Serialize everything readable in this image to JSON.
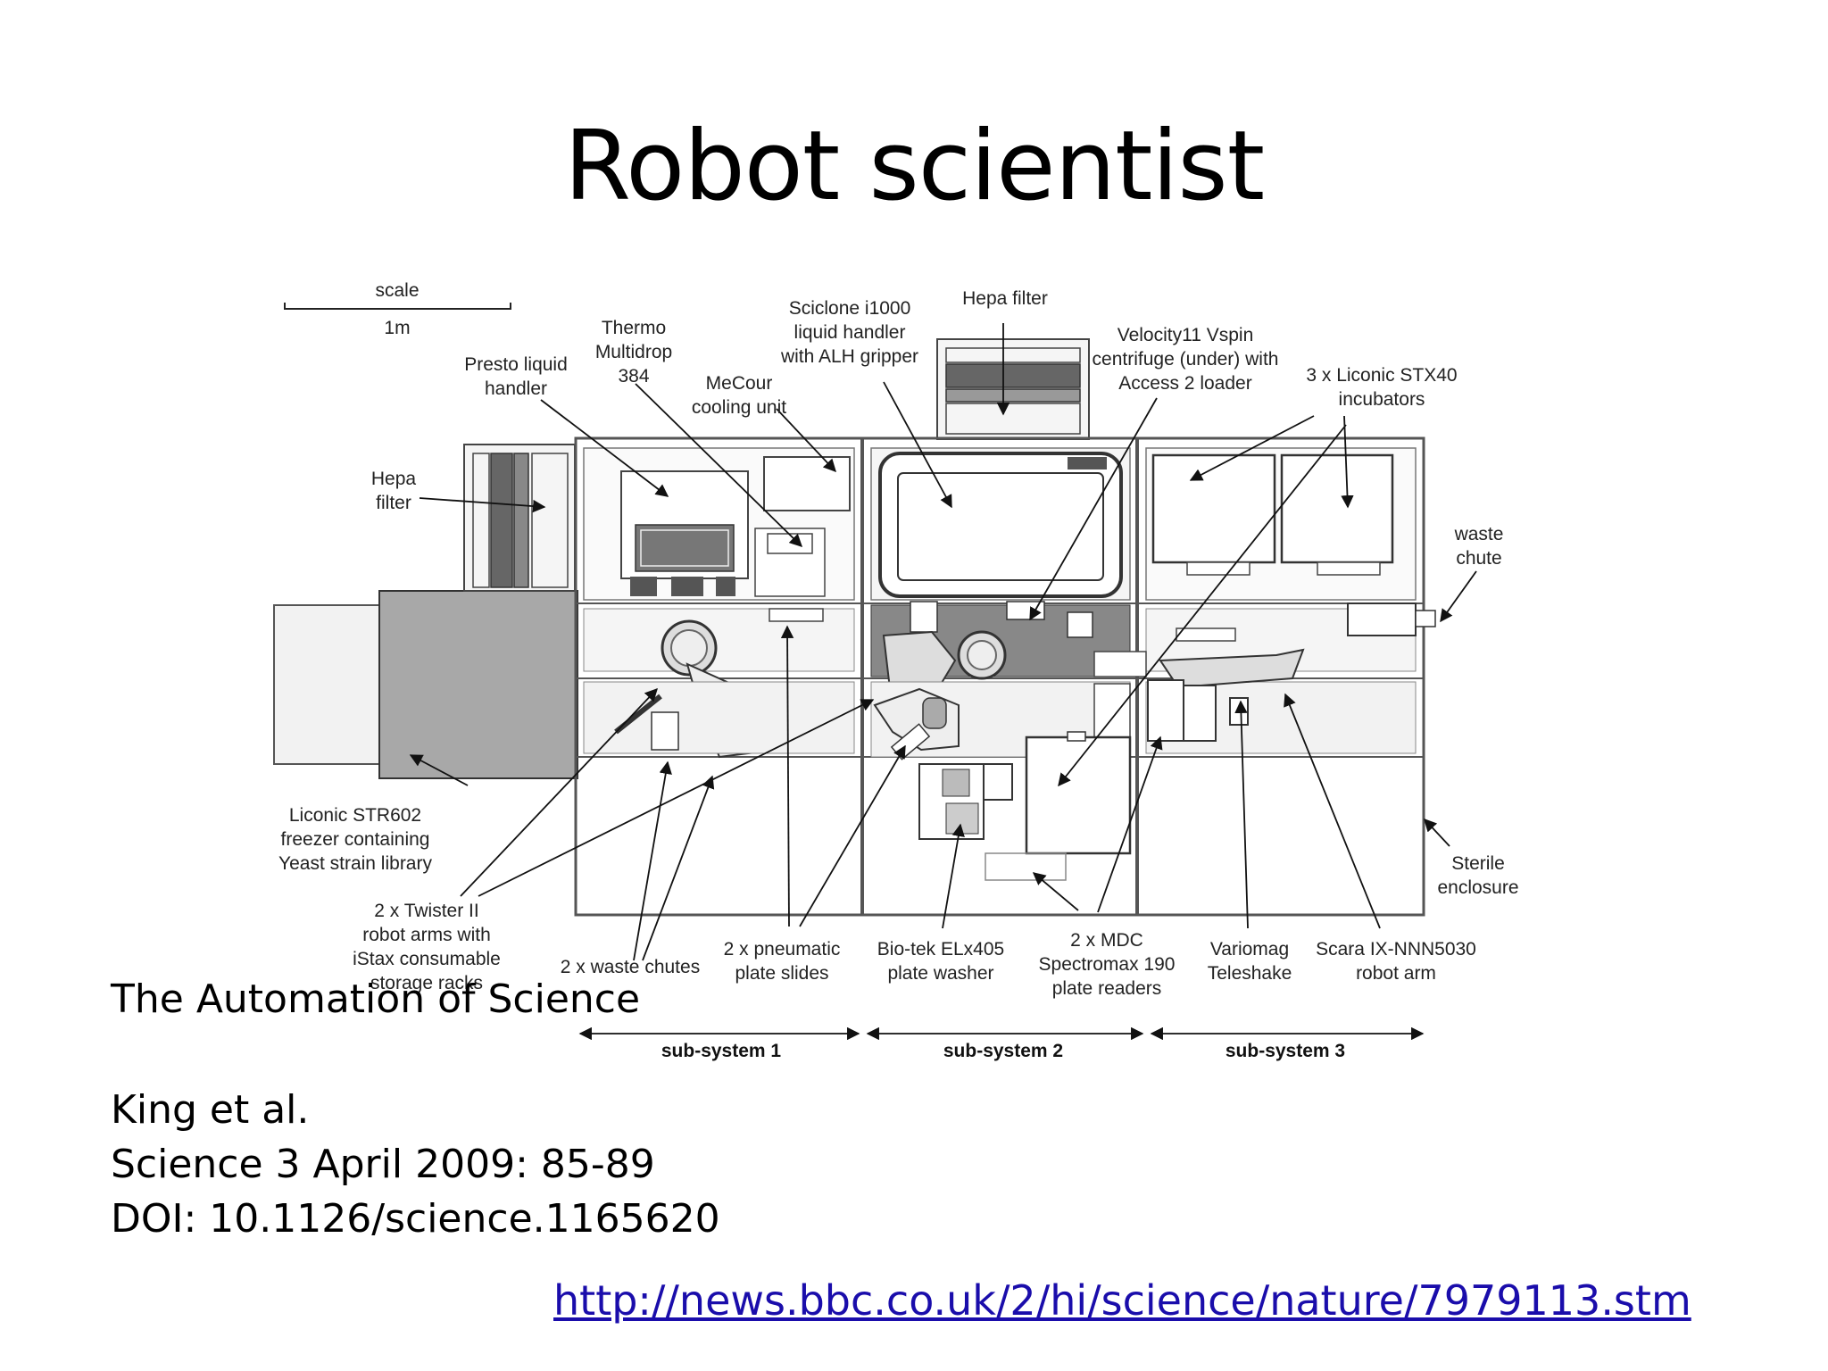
{
  "slide": {
    "title": "Robot scientist",
    "references": {
      "paper_title": "The Automation of Science",
      "authors": "King et al.",
      "citation": "Science 3 April 2009: 85-89",
      "doi": "DOI: 10.1126/science.1165620"
    },
    "link": "http://news.bbc.co.uk/2/hi/science/nature/7979113.stm"
  },
  "diagram": {
    "scale": {
      "label": "scale",
      "length": "1m"
    },
    "labels": {
      "presto": [
        "Presto liquid",
        "handler"
      ],
      "thermo": [
        "Thermo",
        "Multidrop",
        "384"
      ],
      "mecour": [
        "MeCour",
        "cooling unit"
      ],
      "sciclone": [
        "Sciclone i1000",
        "liquid handler",
        "with ALH gripper"
      ],
      "hepa_top": [
        "Hepa filter"
      ],
      "velocity": [
        "Velocity11 Vspin",
        "centrifuge (under) with",
        "Access 2 loader"
      ],
      "liconic_stx": [
        "3 x Liconic STX40",
        "incubators"
      ],
      "hepa_left": [
        "Hepa",
        "filter"
      ],
      "waste_chute": [
        "waste",
        "chute"
      ],
      "freezer": [
        "Liconic STR602",
        "freezer containing",
        "Yeast strain library"
      ],
      "sterile": [
        "Sterile",
        "enclosure"
      ],
      "twister": [
        "2 x Twister II",
        "robot arms with",
        "iStax consumable",
        "storage racks"
      ],
      "waste_chutes": [
        "2 x waste chutes"
      ],
      "pneumatic": [
        "2 x pneumatic",
        "plate slides"
      ],
      "biotek": [
        "Bio-tek ELx405",
        "plate washer"
      ],
      "mdc": [
        "2 x MDC",
        "Spectromax 190",
        "plate readers"
      ],
      "variomag": [
        "Variomag",
        "Teleshake"
      ],
      "scara": [
        "Scara IX-NNN5030",
        "robot arm"
      ]
    },
    "subsystems": [
      "sub-system 1",
      "sub-system 2",
      "sub-system 3"
    ]
  }
}
